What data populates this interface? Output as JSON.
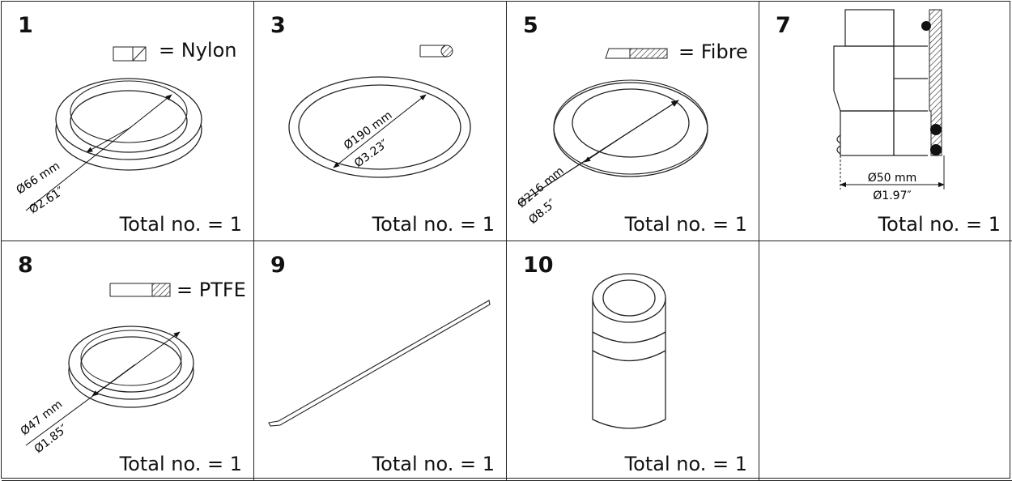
{
  "cells": [
    {
      "number": "1",
      "material": "= Nylon",
      "dim_mm": "Ø66 mm",
      "dim_in": "Ø2.61″",
      "total": "Total no. = 1"
    },
    {
      "number": "3",
      "material": "",
      "dim_mm": "Ø190 mm",
      "dim_in": "Ø3.23″",
      "total": "Total no. = 1"
    },
    {
      "number": "5",
      "material": "= Fibre",
      "dim_mm": "Ø216 mm",
      "dim_in": "Ø8.5″",
      "total": "Total no. = 1"
    },
    {
      "number": "7",
      "material": "",
      "dim_mm": "Ø50 mm",
      "dim_in": "Ø1.97″",
      "total": "Total no. = 1"
    },
    {
      "number": "8",
      "material": "= PTFE",
      "dim_mm": "Ø47 mm",
      "dim_in": "Ø1.85″",
      "total": "Total no. = 1"
    },
    {
      "number": "9",
      "total": "Total no. = 1"
    },
    {
      "number": "10",
      "total": "Total no. = 1"
    },
    {}
  ]
}
